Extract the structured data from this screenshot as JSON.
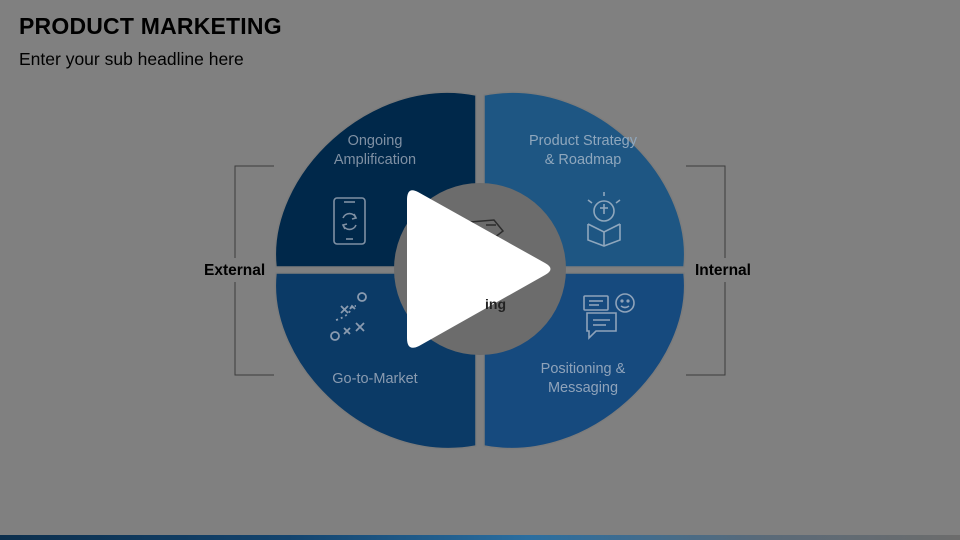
{
  "header": {
    "title": "PRODUCT MARKETING",
    "subtitle": "Enter your sub headline here"
  },
  "sides": {
    "left": "External",
    "right": "Internal"
  },
  "quadrants": [
    {
      "id": "top-left",
      "label_line1": "Ongoing",
      "label_line2": "Amplification",
      "icon": "smartphone-refresh-icon",
      "color": "#00284a"
    },
    {
      "id": "top-right",
      "label_line1": "Product Strategy",
      "label_line2": "& Roadmap",
      "icon": "box-idea-icon",
      "color": "#1e5683"
    },
    {
      "id": "bottom-left",
      "label_line1": "Go-to-Market",
      "label_line2": "",
      "icon": "strategy-play-icon",
      "color": "#0b3a66"
    },
    {
      "id": "bottom-right",
      "label_line1": "Positioning &",
      "label_line2": "Messaging",
      "icon": "chat-smile-icon",
      "color": "#164a7e"
    }
  ],
  "center": {
    "partial_text": "ing",
    "color": "#6c6c6c"
  },
  "overlay": {
    "play_icon": "play-icon",
    "play_color": "#ffffff"
  }
}
